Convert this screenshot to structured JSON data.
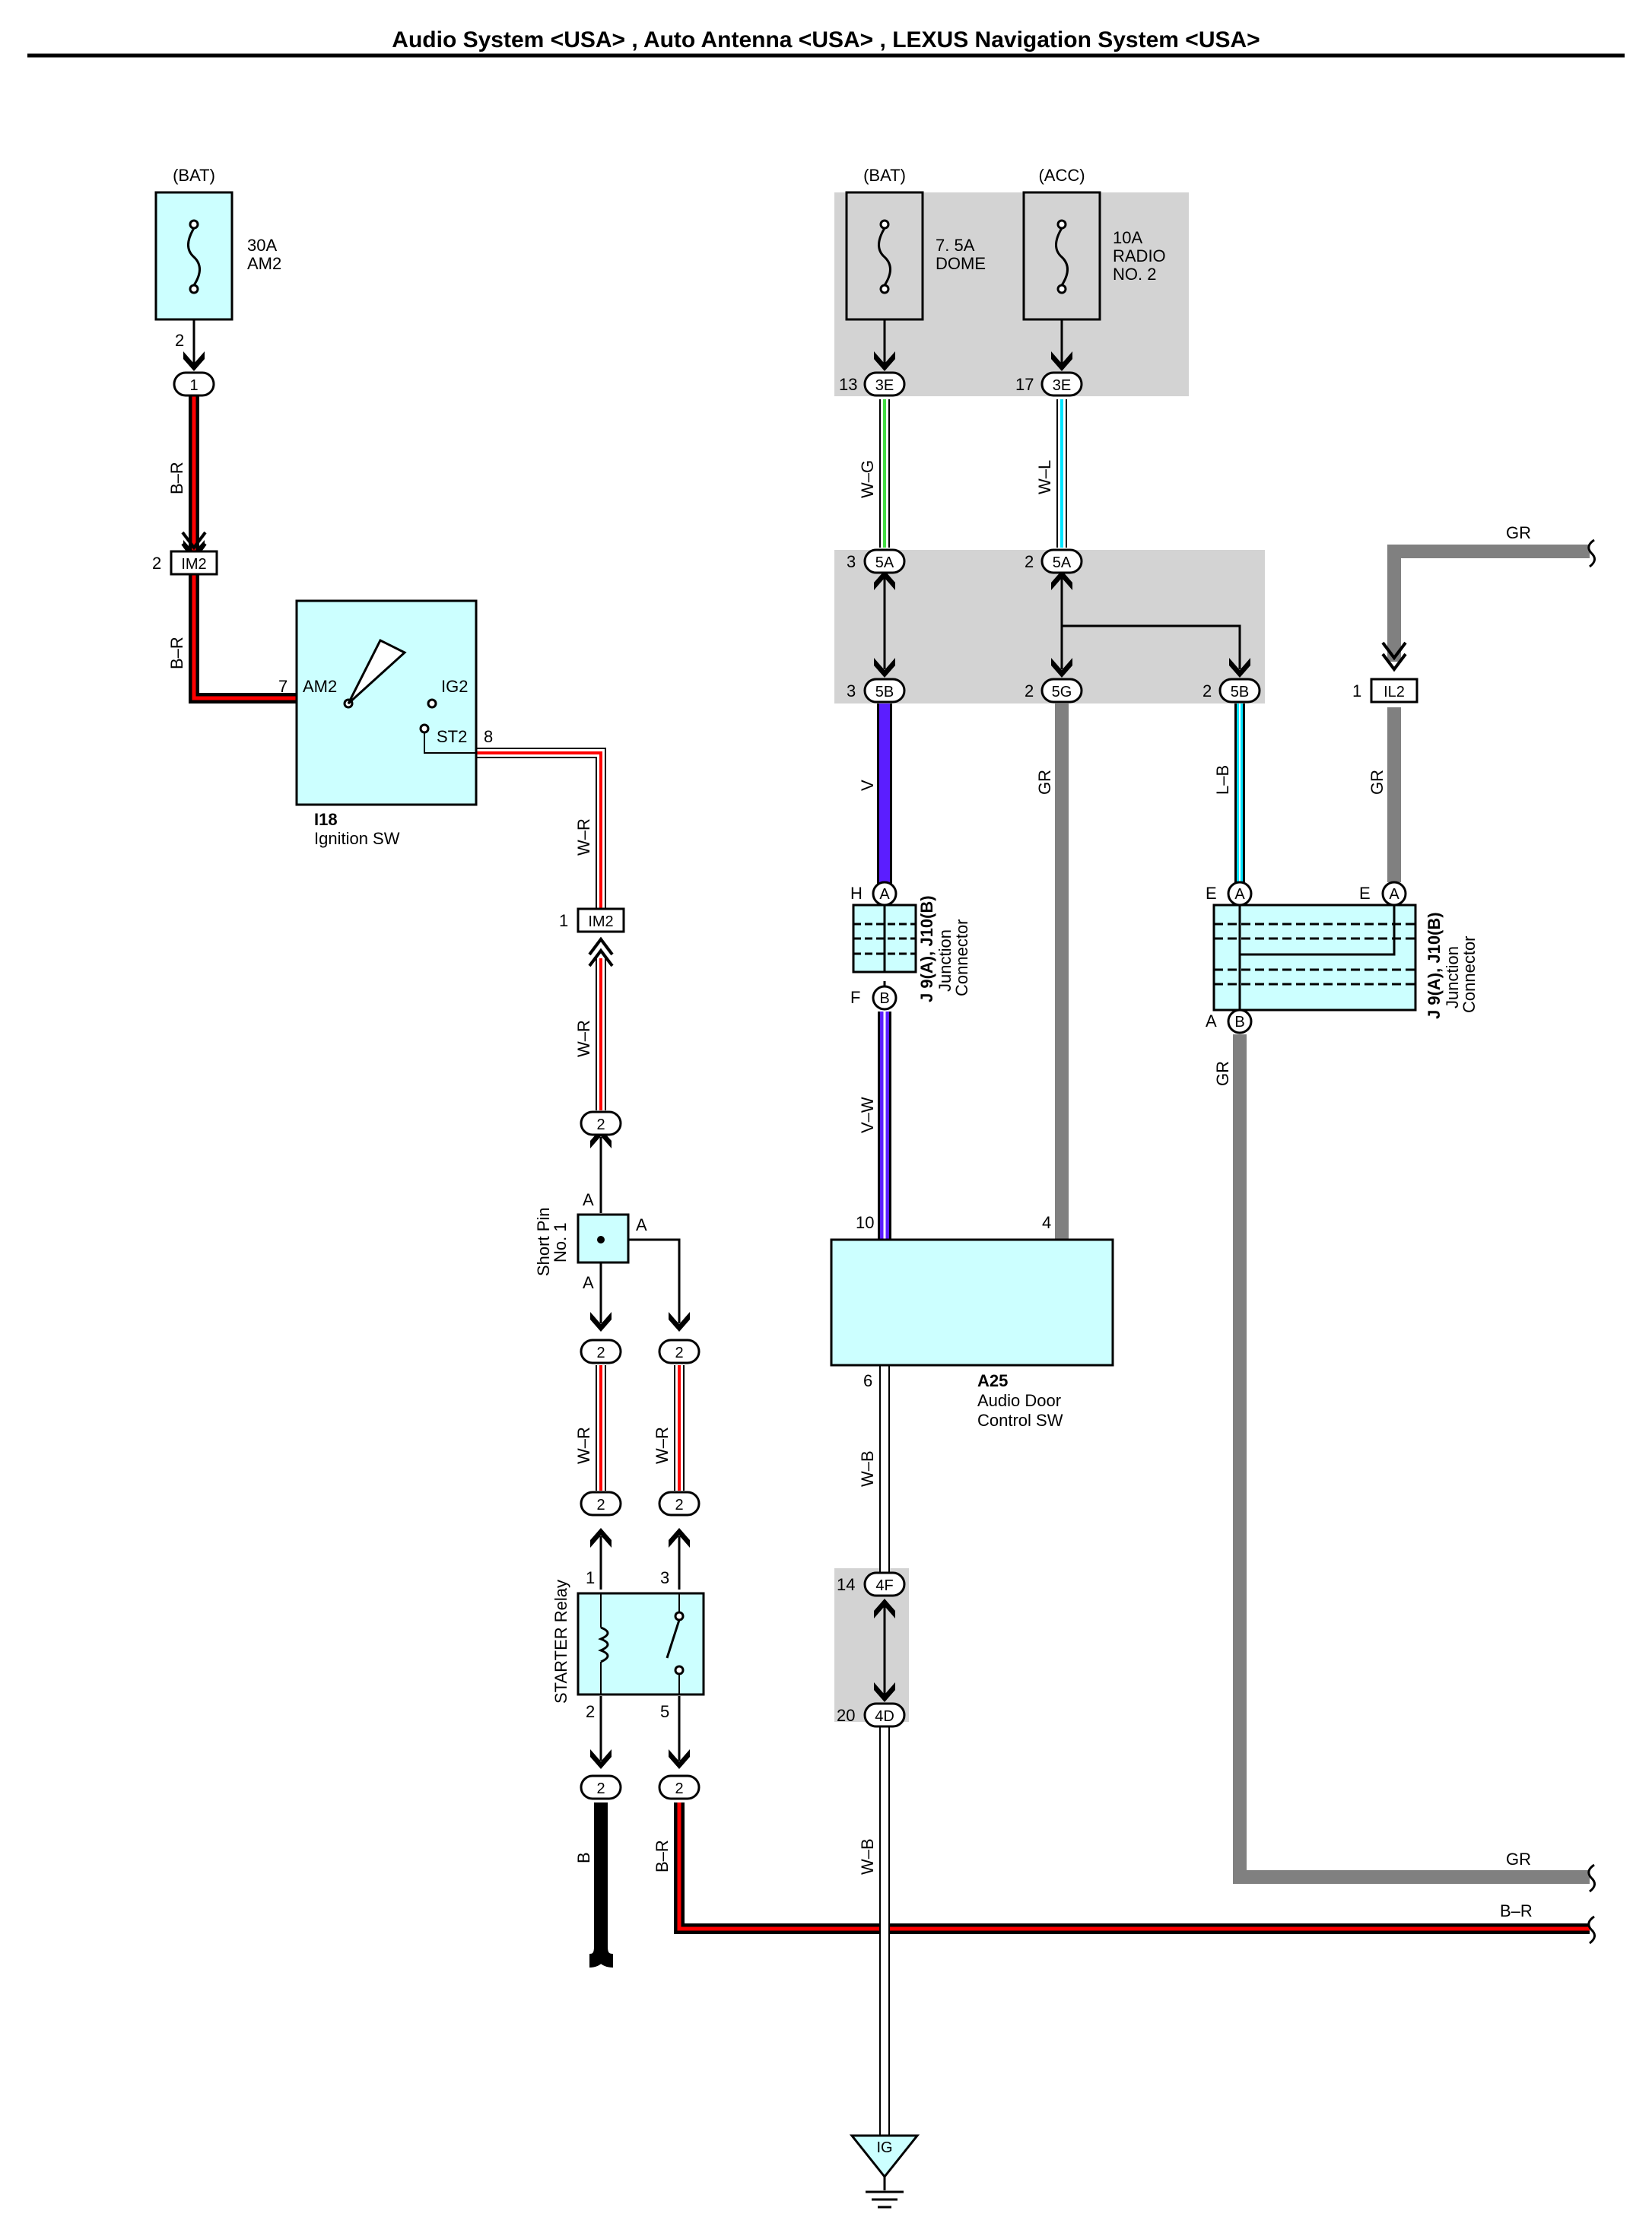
{
  "title": "Audio System <USA> , Auto Antenna <USA> , LEXUS Navigation System <USA>",
  "fuses": [
    {
      "source": "(BAT)",
      "amp": "30A",
      "name": "AM2",
      "pin": "2"
    },
    {
      "source": "(BAT)",
      "amp": "7. 5A",
      "name": "DOME",
      "pin": "13",
      "conn": "3E"
    },
    {
      "source": "(ACC)",
      "amp": "10A",
      "name": "RADIO",
      "name2": "NO. 2",
      "pin": "17",
      "conn": "3E"
    }
  ],
  "components": {
    "ignition": {
      "code": "I18",
      "name": "Ignition SW",
      "pin_am2": "7",
      "label_am2": "AM2",
      "label_ig2": "IG2",
      "label_st2": "ST2",
      "pin_st2": "8"
    },
    "shortpin": {
      "name": "Short Pin",
      "name2": "No. 1",
      "pin_a": "A"
    },
    "relay": {
      "name": "STARTER Relay",
      "pins": [
        "1",
        "3",
        "2",
        "5"
      ]
    },
    "j9_left": {
      "code": "J 9(A), J10(B)",
      "name": "Junction",
      "name2": "Connector",
      "pin_h": "H",
      "pin_f": "F",
      "a": "A",
      "b": "B"
    },
    "j9_right": {
      "code": "J 9(A), J10(B)",
      "name": "Junction",
      "name2": "Connector",
      "pin_e": "E",
      "pin_a": "A",
      "a": "A",
      "b": "B"
    },
    "a25": {
      "code": "A25",
      "name": "Audio Door",
      "name2": "Control SW",
      "pin10": "10",
      "pin4": "4",
      "pin6": "6"
    },
    "ground": {
      "label": "IG"
    }
  },
  "connectors": {
    "c1": "1",
    "im2a": {
      "pin": "2",
      "name": "IM2"
    },
    "im2b": {
      "pin": "1",
      "name": "IM2"
    },
    "il2": {
      "pin": "1",
      "name": "IL2"
    },
    "j5a_1": {
      "pin": "3",
      "name": "5A"
    },
    "j5a_2": {
      "pin": "2",
      "name": "5A"
    },
    "j5b_1": {
      "pin": "3",
      "name": "5B"
    },
    "j5g": {
      "pin": "2",
      "name": "5G"
    },
    "j5b_2": {
      "pin": "2",
      "name": "5B"
    },
    "j4f": {
      "pin": "14",
      "name": "4F"
    },
    "j4d": {
      "pin": "20",
      "name": "4D"
    },
    "two": "2"
  },
  "wires": {
    "br": "B–R",
    "wg": "W–G",
    "wl": "W–L",
    "wr": "W–R",
    "v": "V",
    "vw": "V–W",
    "gr": "GR",
    "lb": "L–B",
    "wb": "W–B",
    "b": "B"
  },
  "colors": {
    "br": "#ff0000",
    "v": "#5b1eff",
    "gr": "#808080",
    "wl": "#00e5ff",
    "wg": "#44dd44",
    "box": "#ccffff",
    "shade": "#d3d3d3"
  }
}
